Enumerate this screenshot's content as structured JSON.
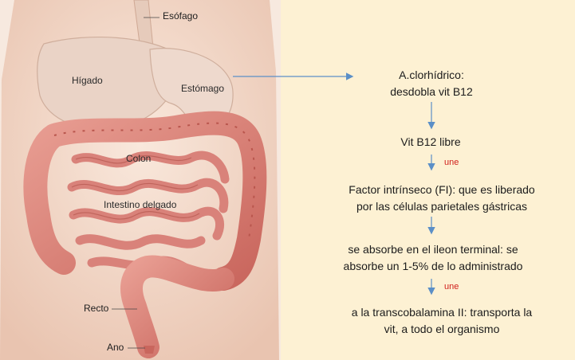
{
  "labels": {
    "esofago": "Esófago",
    "higado": "Hígado",
    "estomago": "Estómago",
    "colon": "Colon",
    "intestino": "Intestino delgado",
    "recto": "Recto",
    "ano": "Ano"
  },
  "flow": {
    "step1_line1": "A.clorhídrico:",
    "step1_line2": "desdobla vit B12",
    "step2": "Vit B12 libre",
    "connector_une_1": "une",
    "step3_line1": "Factor intrínseco (FI): que es liberado",
    "step3_line2": "por las células parietales gástricas",
    "step4_line1": "se absorbe en el ileon terminal: se",
    "step4_line2": "absorbe un 1-5% de lo administrado",
    "connector_une_2": "une",
    "step5_line1": "a la transcobalamina II: transporta la",
    "step5_line2": "vit, a todo el organismo"
  },
  "colors": {
    "background": "#fdf1d3",
    "arrow": "#5b8fc7",
    "connector": "#d0201c",
    "intestine": "#d9827a",
    "skin": "#f3dccd"
  }
}
